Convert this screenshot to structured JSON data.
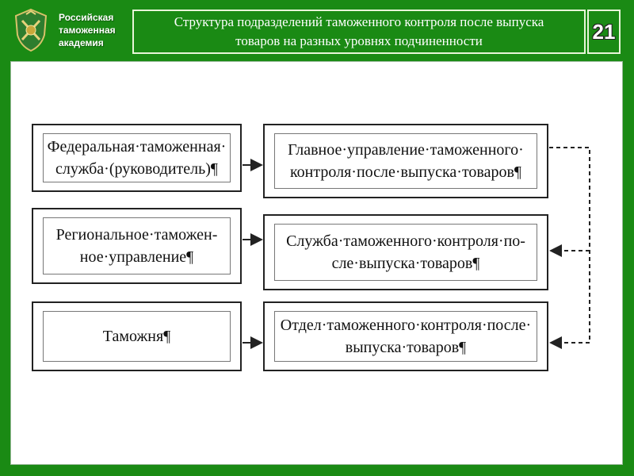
{
  "header": {
    "academy_lines": [
      "Российская",
      "таможенная",
      "академия"
    ],
    "title": "Структура подразделений таможенного контроля после выпуска товаров на разных уровнях подчиненности",
    "slide_number": "21"
  },
  "diagram": {
    "left_boxes": [
      {
        "label": "Федеральная·таможенная· служба·(руководитель)¶"
      },
      {
        "label": "Региональное·таможен- ное·управление¶"
      },
      {
        "label": "Таможня¶"
      }
    ],
    "right_boxes": [
      {
        "label": "Главное·управление·таможенного· контроля·после·выпуска·товаров¶"
      },
      {
        "label": "Служба·таможенного·контроля·по- сле·выпуска·товаров¶"
      },
      {
        "label": "Отдел·таможенного·контроля·после· выпуска·товаров¶"
      }
    ]
  },
  "colors": {
    "background": "#1a8a14",
    "content": "#ffffff",
    "border": "#222222"
  }
}
